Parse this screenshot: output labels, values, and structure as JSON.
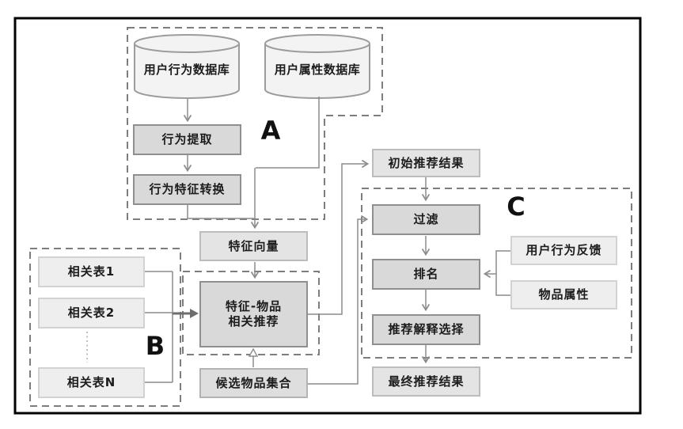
{
  "diagram": {
    "groups": {
      "a_label": "A",
      "b_label": "B",
      "c_label": "C"
    },
    "nodes": {
      "behavior_db": "用户行为数据库",
      "attribute_db": "用户属性数据库",
      "behavior_extract": "行为提取",
      "behavior_feature_convert": "行为特征转换",
      "feature_vector": "特征向量",
      "initial_result": "初始推荐结果",
      "filter": "过滤",
      "rank": "排名",
      "explain_select": "推荐解释选择",
      "final_result": "最终推荐结果",
      "user_feedback": "用户行为反馈",
      "item_attr": "物品属性",
      "rel_table_1": "相关表1",
      "rel_table_2": "相关表2",
      "rel_table_n": "相关表N",
      "feature_item_line1": "特征-物品",
      "feature_item_line2": "相关推荐",
      "candidate_items": "候选物品集合"
    },
    "colors": {
      "frame": "#000000",
      "dashed_group": "#7d7d7d",
      "connector": "#8c8c8c",
      "process_fill": "#d9d9d9",
      "process_border": "#8f8f8f",
      "data_fill": "#e4e4e4",
      "data_border": "#bcbcbc",
      "input_fill": "#eeeeee",
      "input_border": "#d2d2d2",
      "cylinder_fill": "#f3f3f3",
      "cylinder_border": "#9c9c9c"
    }
  }
}
